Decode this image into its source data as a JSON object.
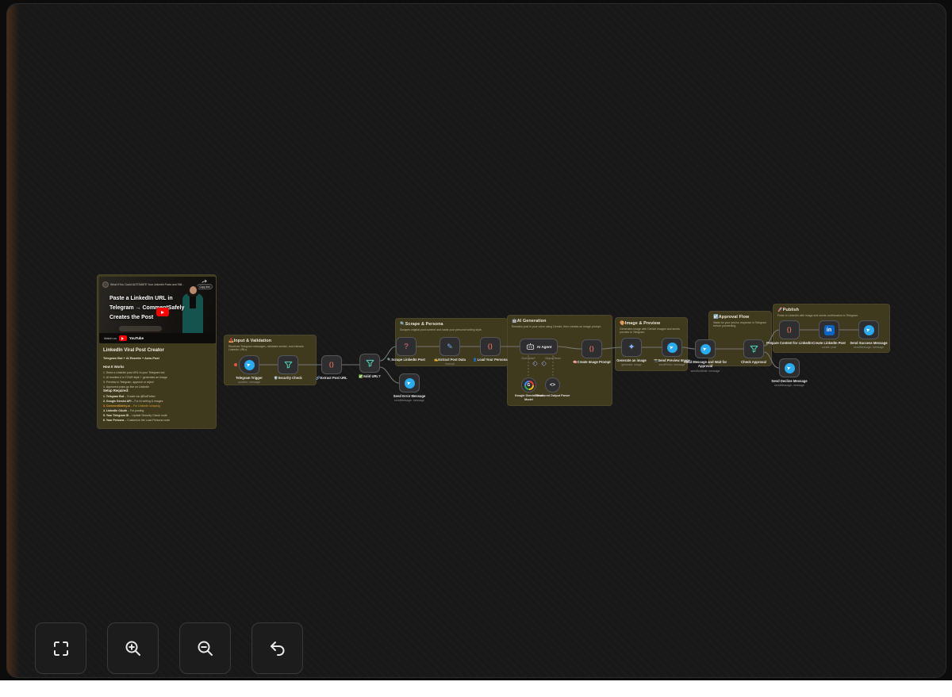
{
  "colors": {
    "canvas_bg": "#181818",
    "sticky_bg": "#3f3a1d",
    "node_bg": "#2e2e30",
    "edge": "#6f6f6f",
    "accent_link_orange": "#d99c33",
    "telegram_blue": "#2AABEE",
    "linkedin_blue": "#0A66C2",
    "youtube_red": "#ff0000",
    "left_glow": "#a3521e"
  },
  "icons": {
    "telegram": "➤",
    "code": "{}",
    "http": "?",
    "edit": "✎",
    "sparkle": "✦",
    "parser": "<>",
    "linkedin": "in",
    "google": "G",
    "plus": "+"
  },
  "intro": {
    "video": {
      "top_title": "What if You Could AUTOMATE Your LinkedIn Posts and Still...",
      "copy_link": "Copy link",
      "headline_line1": "Paste a LinkedIn URL in",
      "headline_line2": "Telegram → CommentSafely",
      "headline_line3": "Creates the Post",
      "watch_on": "Watch on",
      "youtube": "YouTube"
    },
    "title": "LinkedIn Viral Post Creator",
    "subtitle": "Telegram Bot + AI Rewrite + Auto-Post",
    "how_title": "How It Works",
    "steps": [
      "1. Send a LinkedIn post URL to your Telegram bot",
      "2. AI rewrites it in YOUR style + generates an image",
      "3. Preview in Telegram, approve or reject",
      "4. Approved posts go live on LinkedIn"
    ],
    "setup_title": "Setup Required:",
    "setup": [
      {
        "name": "1. Telegram Bot",
        "desc": "– Create via @BotFather"
      },
      {
        "name": "2. Google Gemini API",
        "desc": "– For AI writing & images"
      },
      {
        "name": "3. CommentSafely.ai",
        "desc": "– For LinkedIn scraping"
      },
      {
        "name": "4. LinkedIn OAuth",
        "desc": "– For posting"
      },
      {
        "name": "5. Your Telegram ID",
        "desc": "– Update Security Check node"
      },
      {
        "name": "6. Your Persona",
        "desc": "– Customize the Load Persona node"
      }
    ]
  },
  "sections": [
    {
      "title": "📥Input & Validation",
      "desc": "Receives Telegram messages, validates sender, and extracts LinkedIn URLs."
    },
    {
      "title": "🔍Scrape & Persona",
      "desc": "Scrapes original post content and loads your personal writing style."
    },
    {
      "title": "🤖AI Generation",
      "desc": "Rewrites post in your voice using Gemini, then creates an image prompt."
    },
    {
      "title": "🎨Image & Preview",
      "desc": "Generates image with Gemini Imagen and sends preview to Telegram."
    },
    {
      "title": "☑️Approval Flow",
      "desc": "Waits for your yes/no response in Telegram before proceeding."
    },
    {
      "title": "🚀Publish",
      "desc": "Posts to LinkedIn with image and sends confirmation to Telegram."
    }
  ],
  "nodes": [
    {
      "label": "Telegram Trigger",
      "caption": "updates: message"
    },
    {
      "label": "🛡️Security Check",
      "caption": ""
    },
    {
      "label": "🔗Extract Post URL",
      "caption": ""
    },
    {
      "label": "✅Valid URL?",
      "caption": ""
    },
    {
      "label": "Send Error Message",
      "caption": "sendMessage: message"
    },
    {
      "label": "🔍Scrape LinkedIn Post",
      "caption": ""
    },
    {
      "label": "✍️Extract Post Data",
      "caption": "manual"
    },
    {
      "label": "👤Load Your Persona",
      "caption": ""
    },
    {
      "label": "AI Agent",
      "caption": ""
    },
    {
      "label": "Google Gemini Chat Model",
      "caption": ""
    },
    {
      "label": "Structured Output Parser",
      "caption": ""
    },
    {
      "label": "🧠Create Image Prompt",
      "caption": ""
    },
    {
      "label": "Generate an image",
      "caption": "generate: image"
    },
    {
      "label": "📸Send Preview Image",
      "caption": "sendPhoto: message"
    },
    {
      "label": "Send Message and Wait for Approval",
      "caption": "sendAndWait: message"
    },
    {
      "label": "Check Approval",
      "caption": ""
    },
    {
      "label": "Prepare Content for LinkedIn",
      "caption": ""
    },
    {
      "label": "Create LinkedIn Post",
      "caption": "create: post"
    },
    {
      "label": "Send Success Message",
      "caption": "sendMessage: message"
    },
    {
      "label": "Send Decline Message",
      "caption": "sendMessage: message"
    }
  ],
  "agent_ports": {
    "left": "Chat Model*",
    "right": "Output Parser"
  }
}
